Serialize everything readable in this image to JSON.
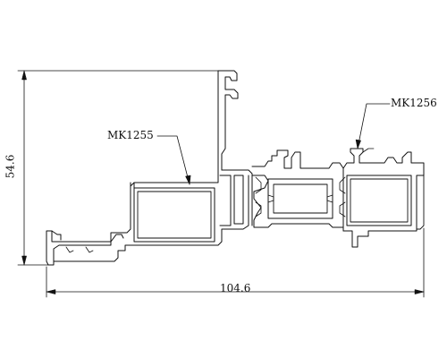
{
  "profiles": {
    "left": {
      "code": "MK1255"
    },
    "right": {
      "code": "MK1256"
    }
  },
  "dimensions": {
    "overall_width": "104.6",
    "overall_height": "54.6"
  },
  "colors": {
    "background": "#ffffff",
    "stroke": "#111111"
  }
}
